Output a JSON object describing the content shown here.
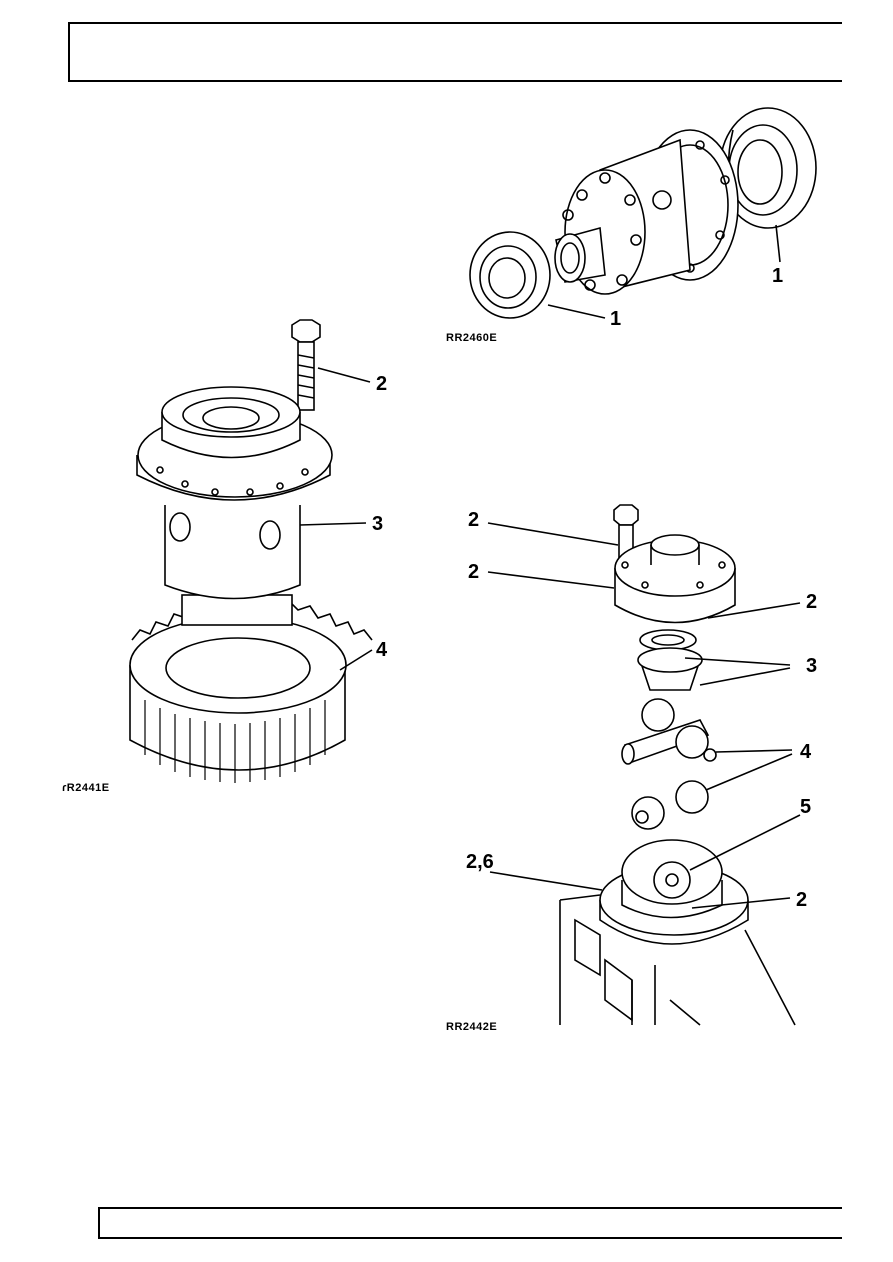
{
  "figure_top_right": {
    "ref": "RR2460E",
    "callouts": [
      "1",
      "1"
    ]
  },
  "figure_left": {
    "ref": "ɾR2441E",
    "callouts": [
      "2",
      "3",
      "4"
    ]
  },
  "figure_bottom_right": {
    "ref": "RR2442E",
    "callouts": [
      "2",
      "2",
      "2",
      "3",
      "4",
      "5",
      "2,6",
      "2"
    ]
  }
}
